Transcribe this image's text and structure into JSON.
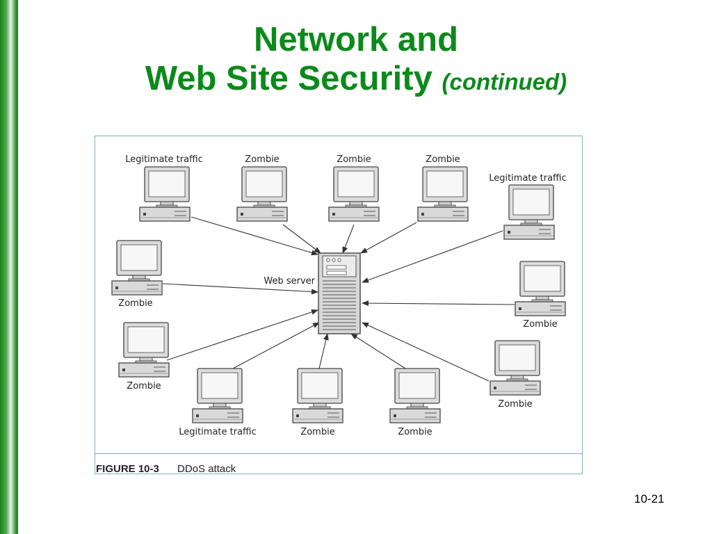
{
  "slide": {
    "title_line1": "Network and",
    "title_line2": "Web Site Security",
    "title_suffix": "(continued)",
    "page_number": "10-21",
    "accent_color": "#0b8a1a"
  },
  "figure": {
    "caption_number": "FIGURE 10-3",
    "caption_text": "DDoS attack",
    "server": {
      "label": "Web server",
      "icon": "server-tower-icon"
    },
    "computers": [
      {
        "id": "c1",
        "label": "Legitimate traffic",
        "role": "legitimate"
      },
      {
        "id": "c2",
        "label": "Zombie",
        "role": "zombie"
      },
      {
        "id": "c3",
        "label": "Zombie",
        "role": "zombie"
      },
      {
        "id": "c4",
        "label": "Zombie",
        "role": "zombie"
      },
      {
        "id": "c5",
        "label": "Legitimate traffic",
        "role": "legitimate"
      },
      {
        "id": "c6",
        "label": "Zombie",
        "role": "zombie"
      },
      {
        "id": "c7",
        "label": "Zombie",
        "role": "zombie"
      },
      {
        "id": "c8",
        "label": "Zombie",
        "role": "zombie"
      },
      {
        "id": "c9",
        "label": "Zombie",
        "role": "zombie"
      },
      {
        "id": "c10",
        "label": "Legitimate traffic",
        "role": "legitimate"
      },
      {
        "id": "c11",
        "label": "Zombie",
        "role": "zombie"
      },
      {
        "id": "c12",
        "label": "Zombie",
        "role": "zombie"
      }
    ],
    "connections": [
      {
        "from": "c1",
        "to": "server"
      },
      {
        "from": "c2",
        "to": "server"
      },
      {
        "from": "c3",
        "to": "server"
      },
      {
        "from": "c4",
        "to": "server"
      },
      {
        "from": "c5",
        "to": "server"
      },
      {
        "from": "c6",
        "to": "server"
      },
      {
        "from": "c7",
        "to": "server"
      },
      {
        "from": "c8",
        "to": "server"
      },
      {
        "from": "c9",
        "to": "server"
      },
      {
        "from": "c10",
        "to": "server"
      },
      {
        "from": "c11",
        "to": "server"
      },
      {
        "from": "c12",
        "to": "server"
      }
    ]
  }
}
